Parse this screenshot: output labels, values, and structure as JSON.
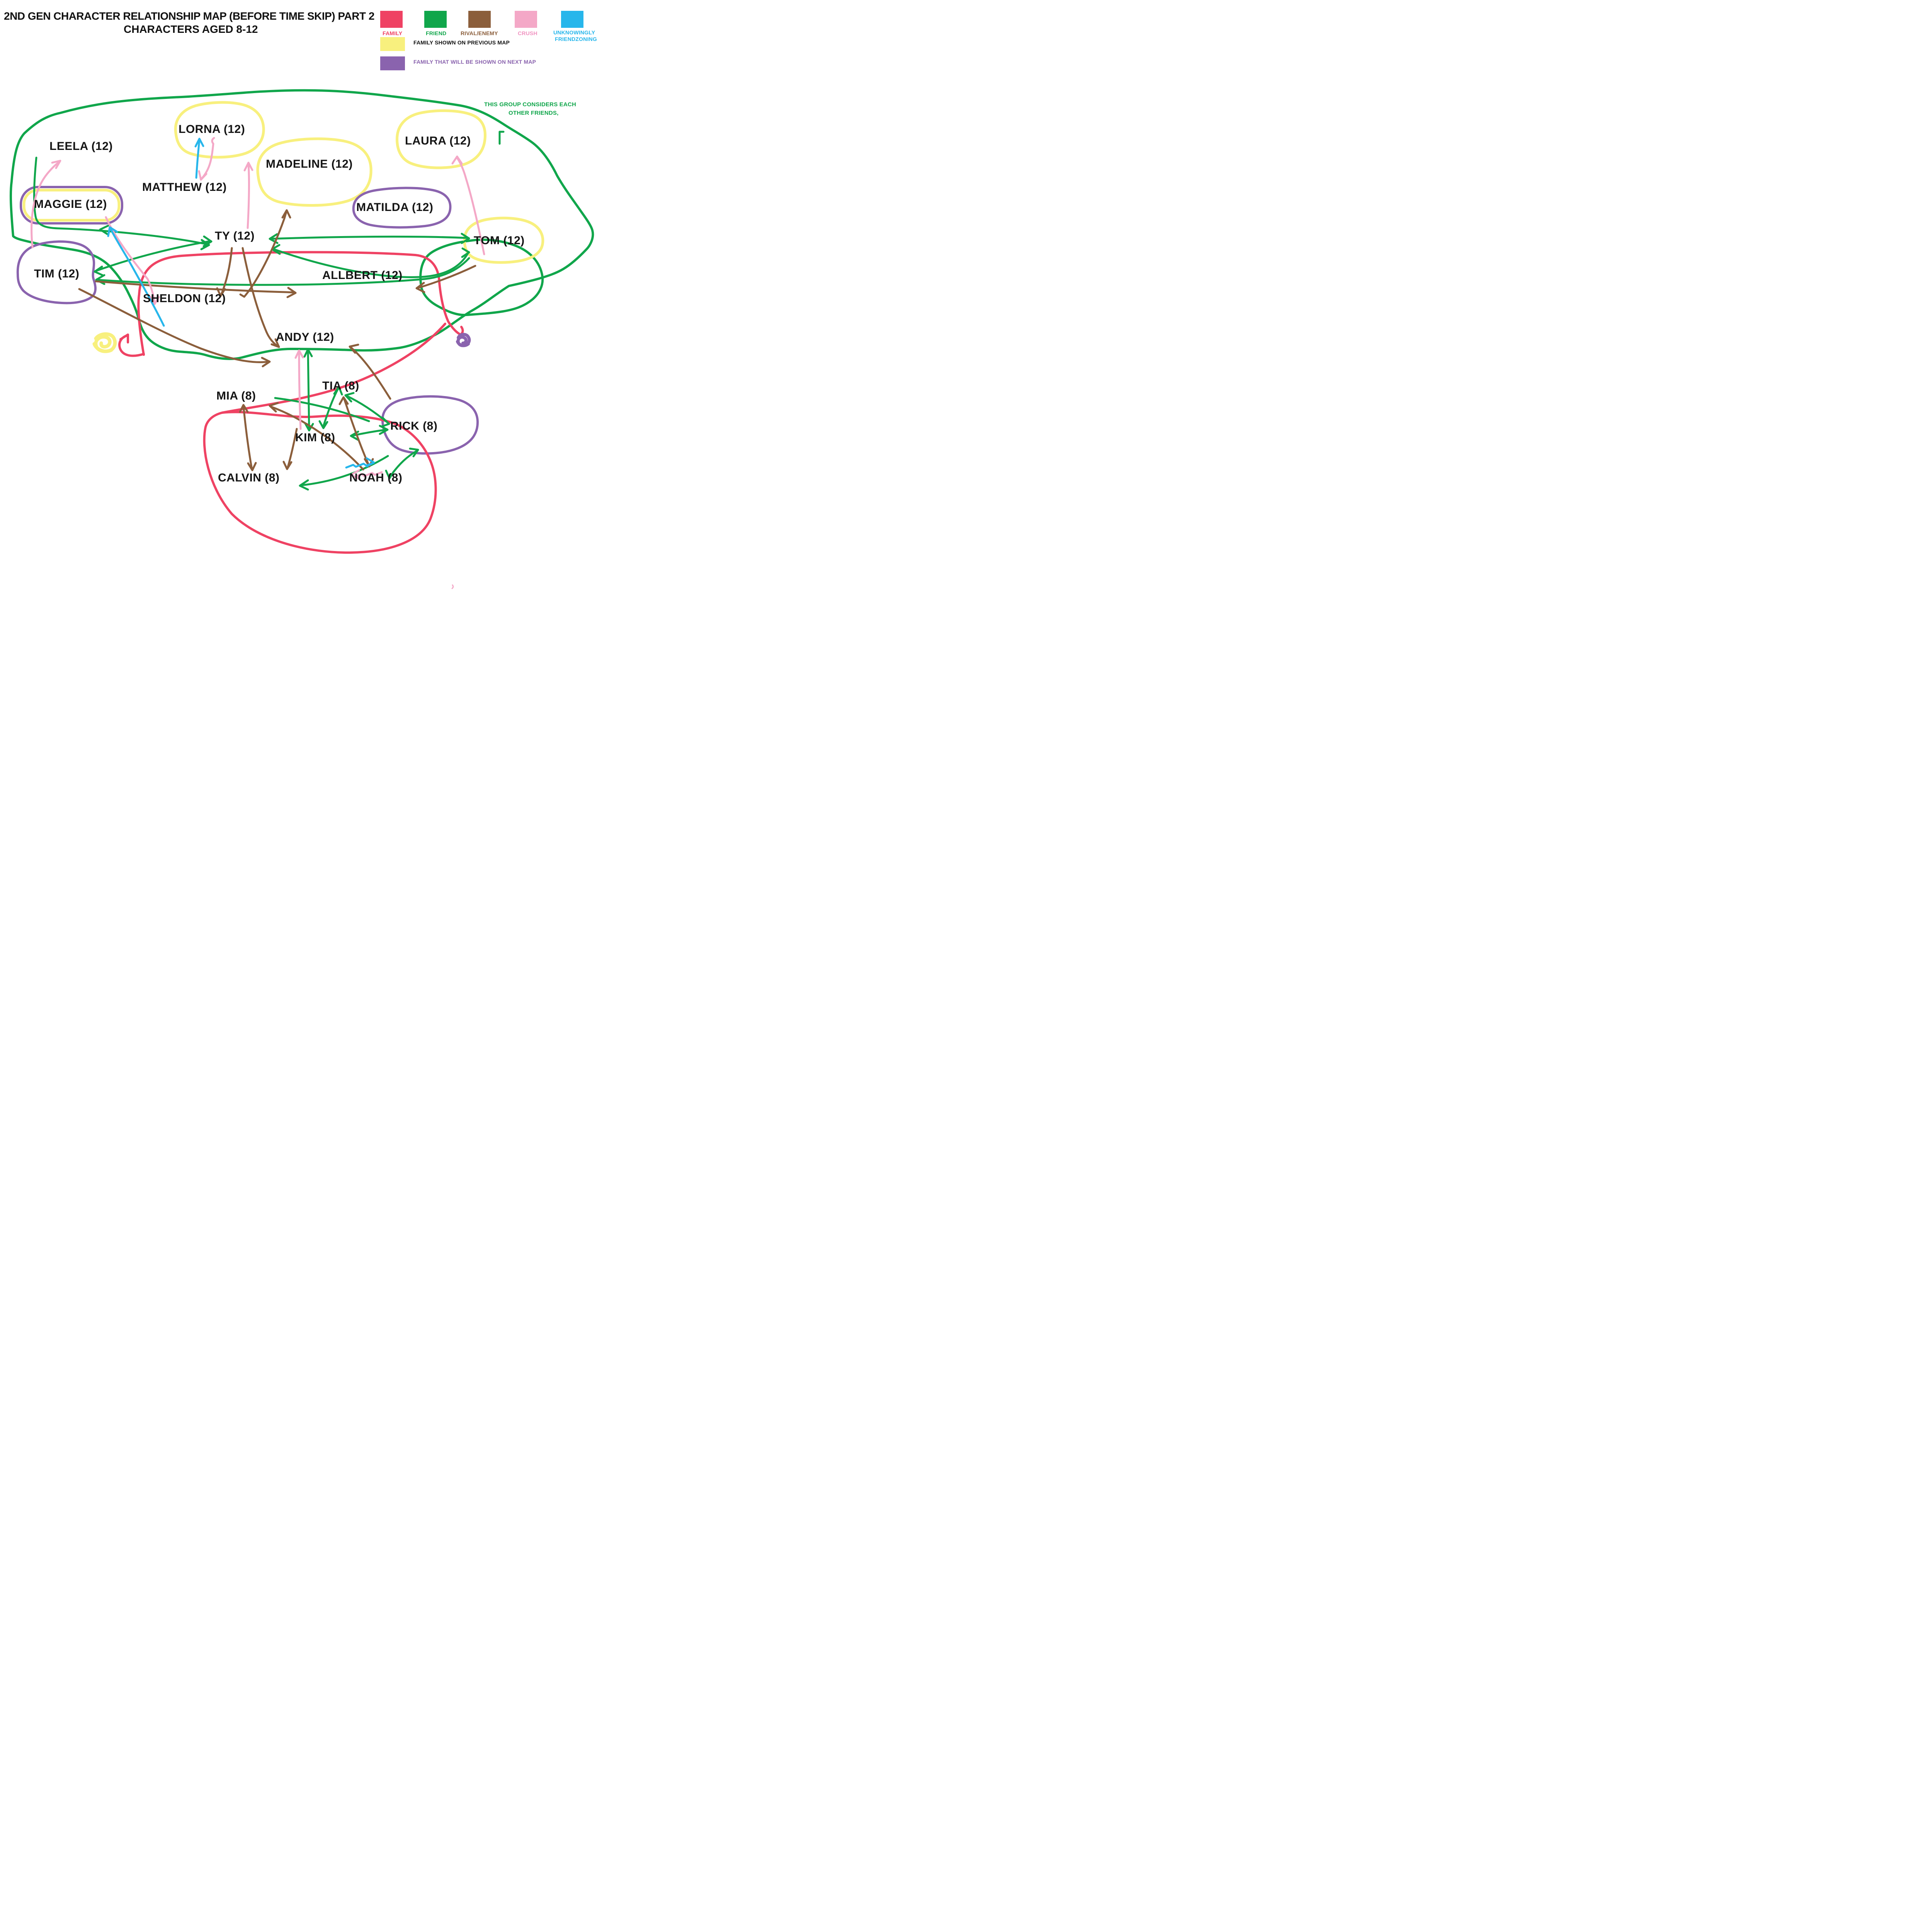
{
  "title": {
    "line1": "2ND GEN CHARACTER RELATIONSHIP MAP (BEFORE TIME SKIP) PART 2",
    "line2": "CHARACTERS AGED 8-12"
  },
  "legend": {
    "items": [
      {
        "id": "family",
        "label": "FAMILY",
        "color": "#EF4263"
      },
      {
        "id": "friend",
        "label": "FRIEND",
        "color": "#10A64B"
      },
      {
        "id": "rival",
        "label": "RIVAL/ENEMY",
        "color": "#8B5E3B"
      },
      {
        "id": "crush",
        "label": "CRUSH",
        "color": "#F4A8C7"
      },
      {
        "id": "friendzoning",
        "label_line1": "UNKNOWINGLY",
        "label_line2": "FRIENDZONING",
        "color": "#27B6EB"
      }
    ],
    "previous_map": {
      "label": "FAMILY SHOWN ON PREVIOUS MAP",
      "color": "#F8F07E",
      "text_color": "#111111"
    },
    "next_map": {
      "label": "FAMILY THAT WILL BE SHOWN ON NEXT MAP",
      "color": "#8A63AE",
      "text_color": "#8A63AE"
    }
  },
  "annotation": {
    "line1": "THIS GROUP CONSIDERS EACH",
    "line2": "OTHER FRIENDS,",
    "color": "#10A64B",
    "refers_to": "friend-circle-12s"
  },
  "characters": [
    {
      "name": "LEELA",
      "age": 12,
      "label": "LEELA (12)",
      "enclosures": []
    },
    {
      "name": "LORNA",
      "age": 12,
      "label": "LORNA (12)",
      "enclosures": [
        "family-previous-map"
      ]
    },
    {
      "name": "MATTHEW",
      "age": 12,
      "label": "MATTHEW (12)",
      "enclosures": []
    },
    {
      "name": "MADELINE",
      "age": 12,
      "label": "MADELINE (12)",
      "enclosures": [
        "family-previous-map"
      ]
    },
    {
      "name": "LAURA",
      "age": 12,
      "label": "LAURA (12)",
      "enclosures": [
        "family-previous-map"
      ]
    },
    {
      "name": "MAGGIE",
      "age": 12,
      "label": "MAGGIE (12)",
      "enclosures": [
        "family-previous-map",
        "family-next-map"
      ]
    },
    {
      "name": "MATILDA",
      "age": 12,
      "label": "MATILDA (12)",
      "enclosures": [
        "family-next-map"
      ]
    },
    {
      "name": "TY",
      "age": 12,
      "label": "TY (12)",
      "enclosures": []
    },
    {
      "name": "TOM",
      "age": 12,
      "label": "TOM (12)",
      "enclosures": [
        "family-previous-map"
      ]
    },
    {
      "name": "TIM",
      "age": 12,
      "label": "TIM (12)",
      "enclosures": [
        "family-next-map"
      ]
    },
    {
      "name": "ALLBERT",
      "age": 12,
      "label": "ALLBERT (12)",
      "enclosures": []
    },
    {
      "name": "SHELDON",
      "age": 12,
      "label": "SHELDON (12)",
      "enclosures": []
    },
    {
      "name": "ANDY",
      "age": 12,
      "label": "ANDY (12)",
      "enclosures": []
    },
    {
      "name": "MIA",
      "age": 8,
      "label": "MIA (8)",
      "enclosures": []
    },
    {
      "name": "TIA",
      "age": 8,
      "label": "TIA (8)",
      "enclosures": []
    },
    {
      "name": "KIM",
      "age": 8,
      "label": "KIM (8)",
      "enclosures": []
    },
    {
      "name": "RICK",
      "age": 8,
      "label": "RICK (8)",
      "enclosures": [
        "family-next-map"
      ]
    },
    {
      "name": "CALVIN",
      "age": 8,
      "label": "CALVIN (8)",
      "enclosures": []
    },
    {
      "name": "NOAH",
      "age": 8,
      "label": "NOAH (8)",
      "enclosures": []
    }
  ],
  "groups": [
    {
      "id": "friend-circle-12s",
      "type": "friend",
      "members": [
        "LEELA",
        "LORNA",
        "MATTHEW",
        "MADELINE",
        "LAURA",
        "MAGGIE",
        "MATILDA",
        "TY",
        "TOM",
        "TIM",
        "ALLBERT",
        "SHELDON",
        "ANDY"
      ],
      "note": "THIS GROUP CONSIDERS EACH OTHER FRIENDS,"
    },
    {
      "id": "tom-friend-subgroup",
      "type": "friend",
      "members": [
        "TOM"
      ]
    },
    {
      "id": "family-arc",
      "type": "family",
      "members": [
        "SHELDON",
        "ALLBERT",
        "ANDY",
        "MIA",
        "TIA",
        "KIM"
      ],
      "connects_to_previous_map_family": true,
      "connects_to_next_map_family": true
    },
    {
      "id": "family-bottom",
      "type": "family",
      "members": [
        "CALVIN",
        "NOAH",
        "KIM"
      ]
    }
  ],
  "relationships": [
    {
      "from": "TIM",
      "to": "LEELA",
      "type": "crush",
      "mutual": false
    },
    {
      "from": "LORNA",
      "to": "MATTHEW",
      "type": "crush",
      "mutual": false
    },
    {
      "from": "TY",
      "to": "LORNA",
      "type": "crush",
      "mutual": false
    },
    {
      "from": "MAGGIE",
      "to": "SHELDON",
      "type": "crush",
      "mutual": false
    },
    {
      "from": "TOM",
      "to": "LAURA",
      "type": "crush",
      "mutual": false
    },
    {
      "from": "KIM",
      "to": "ANDY",
      "type": "crush",
      "mutual": false
    },
    {
      "from": "RICK",
      "to": "KIM",
      "type": "crush",
      "mutual": false
    },
    {
      "from": "MATTHEW",
      "to": "LORNA",
      "type": "unknowingly-friendzoning",
      "mutual": false
    },
    {
      "from": "SHELDON",
      "to": "MAGGIE",
      "type": "unknowingly-friendzoning",
      "mutual": false
    },
    {
      "from": "KIM",
      "to": "RICK",
      "type": "unknowingly-friendzoning",
      "mutual": false
    },
    {
      "from": "TIM",
      "to": "TY",
      "type": "friend",
      "mutual": true
    },
    {
      "from": "TOM",
      "to": "TIM",
      "type": "friend",
      "mutual": false
    },
    {
      "from": "TY",
      "to": "TOM",
      "type": "friend",
      "mutual": true
    },
    {
      "from": "TY",
      "to": "TOM",
      "type": "friend",
      "mutual": true
    },
    {
      "from": "MAGGIE",
      "to": "TY",
      "type": "friend",
      "mutual": true
    },
    {
      "from": "KIM",
      "to": "ANDY",
      "type": "friend",
      "mutual": true
    },
    {
      "from": "KIM",
      "to": "TIA",
      "type": "friend",
      "mutual": true
    },
    {
      "from": "KIM",
      "to": "RICK",
      "type": "friend",
      "mutual": true
    },
    {
      "from": "RICK",
      "to": "TIA",
      "type": "friend",
      "mutual": true
    },
    {
      "from": "NOAH",
      "to": "RICK",
      "type": "friend",
      "mutual": true
    },
    {
      "from": "RICK",
      "to": "CALVIN",
      "type": "friend",
      "mutual": false
    },
    {
      "from": "MIA",
      "to": "RICK",
      "type": "friend",
      "mutual": false
    },
    {
      "from": "TIM",
      "to": "ALLBERT",
      "type": "rival",
      "mutual": false
    },
    {
      "from": "TIM",
      "to": "ANDY",
      "type": "rival",
      "mutual": false
    },
    {
      "from": "TY",
      "to": "SHELDON",
      "type": "rival",
      "mutual": false
    },
    {
      "from": "TY",
      "to": "ANDY",
      "type": "rival",
      "mutual": false
    },
    {
      "from": "SHELDON",
      "to": "MADELINE",
      "type": "rival",
      "mutual": false
    },
    {
      "from": "TOM",
      "to": "ALLBERT",
      "type": "rival",
      "mutual": false
    },
    {
      "from": "RICK",
      "to": "ANDY",
      "type": "rival",
      "mutual": false
    },
    {
      "from": "MIA",
      "to": "CALVIN",
      "type": "rival",
      "mutual": true
    },
    {
      "from": "KIM",
      "to": "CALVIN",
      "type": "rival",
      "mutual": false
    },
    {
      "from": "NOAH",
      "to": "MIA",
      "type": "rival",
      "mutual": false
    },
    {
      "from": "TIA",
      "to": "NOAH",
      "type": "rival",
      "mutual": true
    }
  ],
  "markers": [
    {
      "id": "previous-map-family-scribble",
      "meaning": "family member shown on previous map",
      "color": "#F8F07E"
    },
    {
      "id": "next-map-family-scribble",
      "meaning": "family member that will be shown on next map",
      "color": "#8A63AE"
    }
  ],
  "colors": {
    "family": "#EF4263",
    "friend": "#10A64B",
    "rival": "#8B5E3B",
    "crush": "#F4A8C7",
    "friendzoning": "#27B6EB",
    "previous_map": "#F8F07E",
    "next_map": "#8A63AE"
  }
}
